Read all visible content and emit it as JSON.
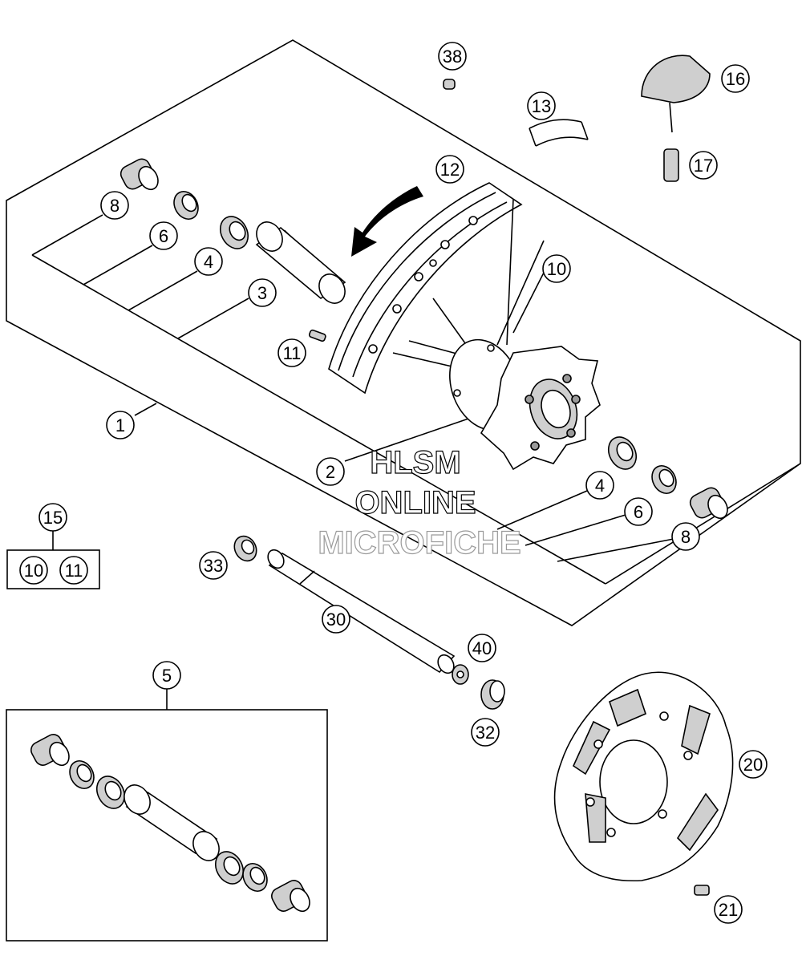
{
  "callouts": {
    "c1": "1",
    "c2": "2",
    "c3": "3",
    "c4a": "4",
    "c4b": "4",
    "c5": "5",
    "c6a": "6",
    "c6b": "6",
    "c8a": "8",
    "c8b": "8",
    "c10a": "10",
    "c10b": "10",
    "c11a": "11",
    "c11b": "11",
    "c12": "12",
    "c13": "13",
    "c15": "15",
    "c16": "16",
    "c17": "17",
    "c20": "20",
    "c21": "21",
    "c30": "30",
    "c32": "32",
    "c33": "33",
    "c38": "38",
    "c40": "40"
  },
  "watermark": {
    "line1": "HLSM",
    "line2": "ONLINE",
    "line3": "MICROFICHE"
  }
}
